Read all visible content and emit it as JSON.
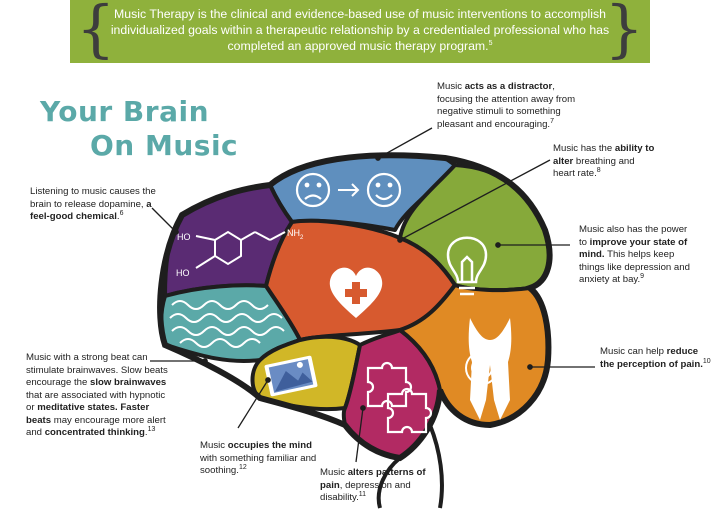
{
  "banner": {
    "text": "Music Therapy is the clinical and evidence-based use of music interventions to accomplish individualized goals within a therapeutic relationship by a credentialed professional who has completed an approved music therapy program.",
    "ref": "5"
  },
  "title": {
    "line1": "Your Brain",
    "line2": "On Music"
  },
  "molecule": {
    "ho_top": "HO",
    "ho_bottom": "HO",
    "nh2": "NH",
    "nh2_sub": "2"
  },
  "notes": {
    "dopamine": {
      "pre": "Listening to music causes the brain to release dopamine, ",
      "bold": "a feel-good chemical",
      "post": ".",
      "ref": "6"
    },
    "distractor": {
      "pre": "Music ",
      "bold": "acts as a distractor",
      "post": ", focusing the attention away from negative stimuli to something pleasant and encouraging.",
      "ref": "7"
    },
    "breathing": {
      "pre": "Music has the ",
      "bold": "ability to alter",
      "post": " breathing and heart rate.",
      "ref": "8"
    },
    "mind": {
      "pre": "Music also has the power to ",
      "bold": "improve your state of mind.",
      "post": " This helps keep things like depression and anxiety at bay.",
      "ref": "9"
    },
    "pain": {
      "pre": "Music can help ",
      "bold": "reduce the perception of pain.",
      "post": "",
      "ref": "10"
    },
    "brainwaves": {
      "t1": "Music with a strong beat can stimulate brainwaves. Slow beats encourage the ",
      "b1": "slow brainwaves",
      "t2": " that are associated with hypnotic or ",
      "b2": "meditative states. Faster beats",
      "t3": " may encourage more alert and ",
      "b3": "concentrated thinking",
      "t4": ".",
      "ref": "13"
    },
    "occupies": {
      "pre": "Music ",
      "bold": "occupies the mind",
      "post": " with something familiar and soothing.",
      "ref": "12"
    },
    "alters": {
      "pre": "Music ",
      "bold": "alters patterns of pain",
      "post": ", depression and disability.",
      "ref": "11"
    }
  },
  "colors": {
    "banner": "#8fb13c",
    "title": "#5ba9a8",
    "outline": "#1e1e1e",
    "purple": "#5a2b73",
    "blue": "#5f8fbe",
    "green": "#86a93a",
    "orange": "#d75a2f",
    "teal": "#5ba9a8",
    "yellow": "#d1b727",
    "magenta": "#b22a63",
    "amber": "#e08a24"
  },
  "icons": [
    "sad-face-icon",
    "arrow-icon",
    "smiley-face-icon",
    "dopamine-molecule-icon",
    "lightbulb-icon",
    "heart-plus-icon",
    "brainwave-icon",
    "picture-icon",
    "puzzle-icon",
    "body-pain-icon"
  ]
}
